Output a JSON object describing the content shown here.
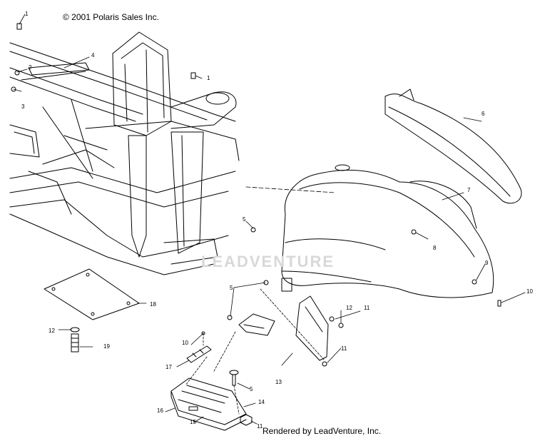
{
  "header": {
    "copyright": "© 2001 Polaris Sales Inc."
  },
  "watermark": {
    "text": "LEADVENTURE"
  },
  "footer": {
    "rendered_by": "Rendered by LeadVenture, Inc."
  },
  "callouts": [
    "1",
    "2",
    "3",
    "4",
    "1",
    "6",
    "7",
    "5",
    "8",
    "9",
    "10",
    "5",
    "12",
    "11",
    "18",
    "12",
    "19",
    "10",
    "17",
    "11",
    "13",
    "5",
    "14",
    "16",
    "15",
    "11"
  ]
}
